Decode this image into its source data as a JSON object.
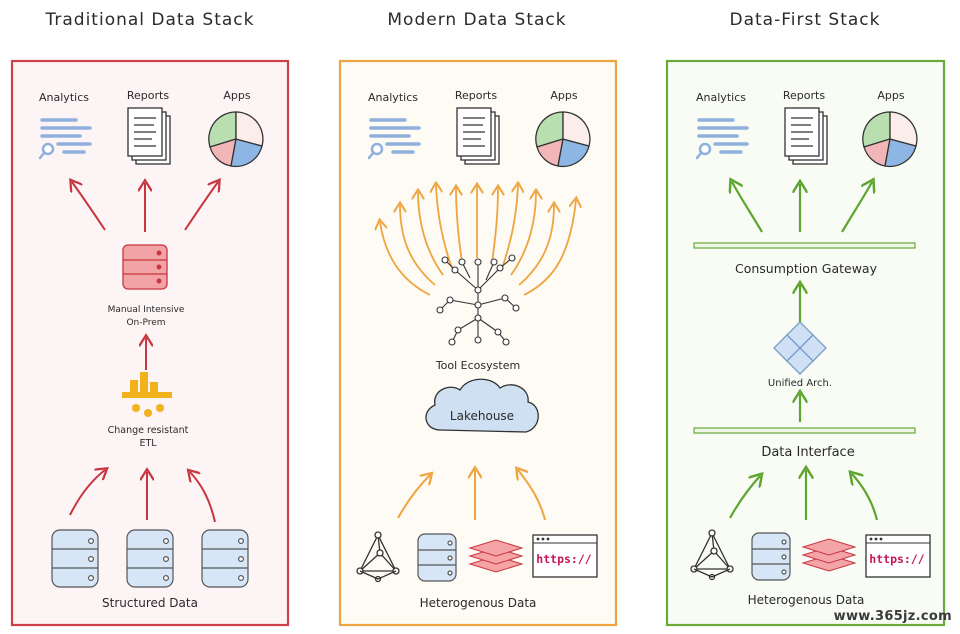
{
  "columns": [
    {
      "title": "Traditional Data Stack",
      "color": "#d0404a",
      "outputs": [
        "Analytics",
        "Reports",
        "Apps"
      ],
      "mid_label_1": "Manual Intensive",
      "mid_label_2": "On-Prem",
      "etl_label_1": "Change resistant",
      "etl_label_2": "ETL",
      "bottom_label": "Structured Data"
    },
    {
      "title": "Modern Data Stack",
      "color": "#eea540",
      "outputs": [
        "Analytics",
        "Reports",
        "Apps"
      ],
      "tool_label": "Tool Ecosystem",
      "lakehouse_label": "Lakehouse",
      "https_label": "https://",
      "bottom_label": "Heterogenous Data"
    },
    {
      "title": "Data-First Stack",
      "color": "#6aaa3a",
      "outputs": [
        "Analytics",
        "Reports",
        "Apps"
      ],
      "gateway_label": "Consumption Gateway",
      "arch_label": "Unified Arch.",
      "interface_label": "Data Interface",
      "https_label": "https://",
      "bottom_label": "Heterogenous Data"
    }
  ],
  "watermark": "www.365jz.com",
  "colors": {
    "pie_green": "#b9deb0",
    "pie_blue": "#8db6e4",
    "pie_pink": "#f3b6b8",
    "pie_cream": "#fbeeea",
    "doc_blue": "#a9c3e6",
    "db_blue": "#d6e6f7",
    "layers_pink": "#f4a4a7",
    "cloud_blue": "#cfe0f3",
    "etl_orange": "#f2b21e",
    "db_red": "#f2a3a6",
    "arch_blue": "#cfe0f5"
  }
}
